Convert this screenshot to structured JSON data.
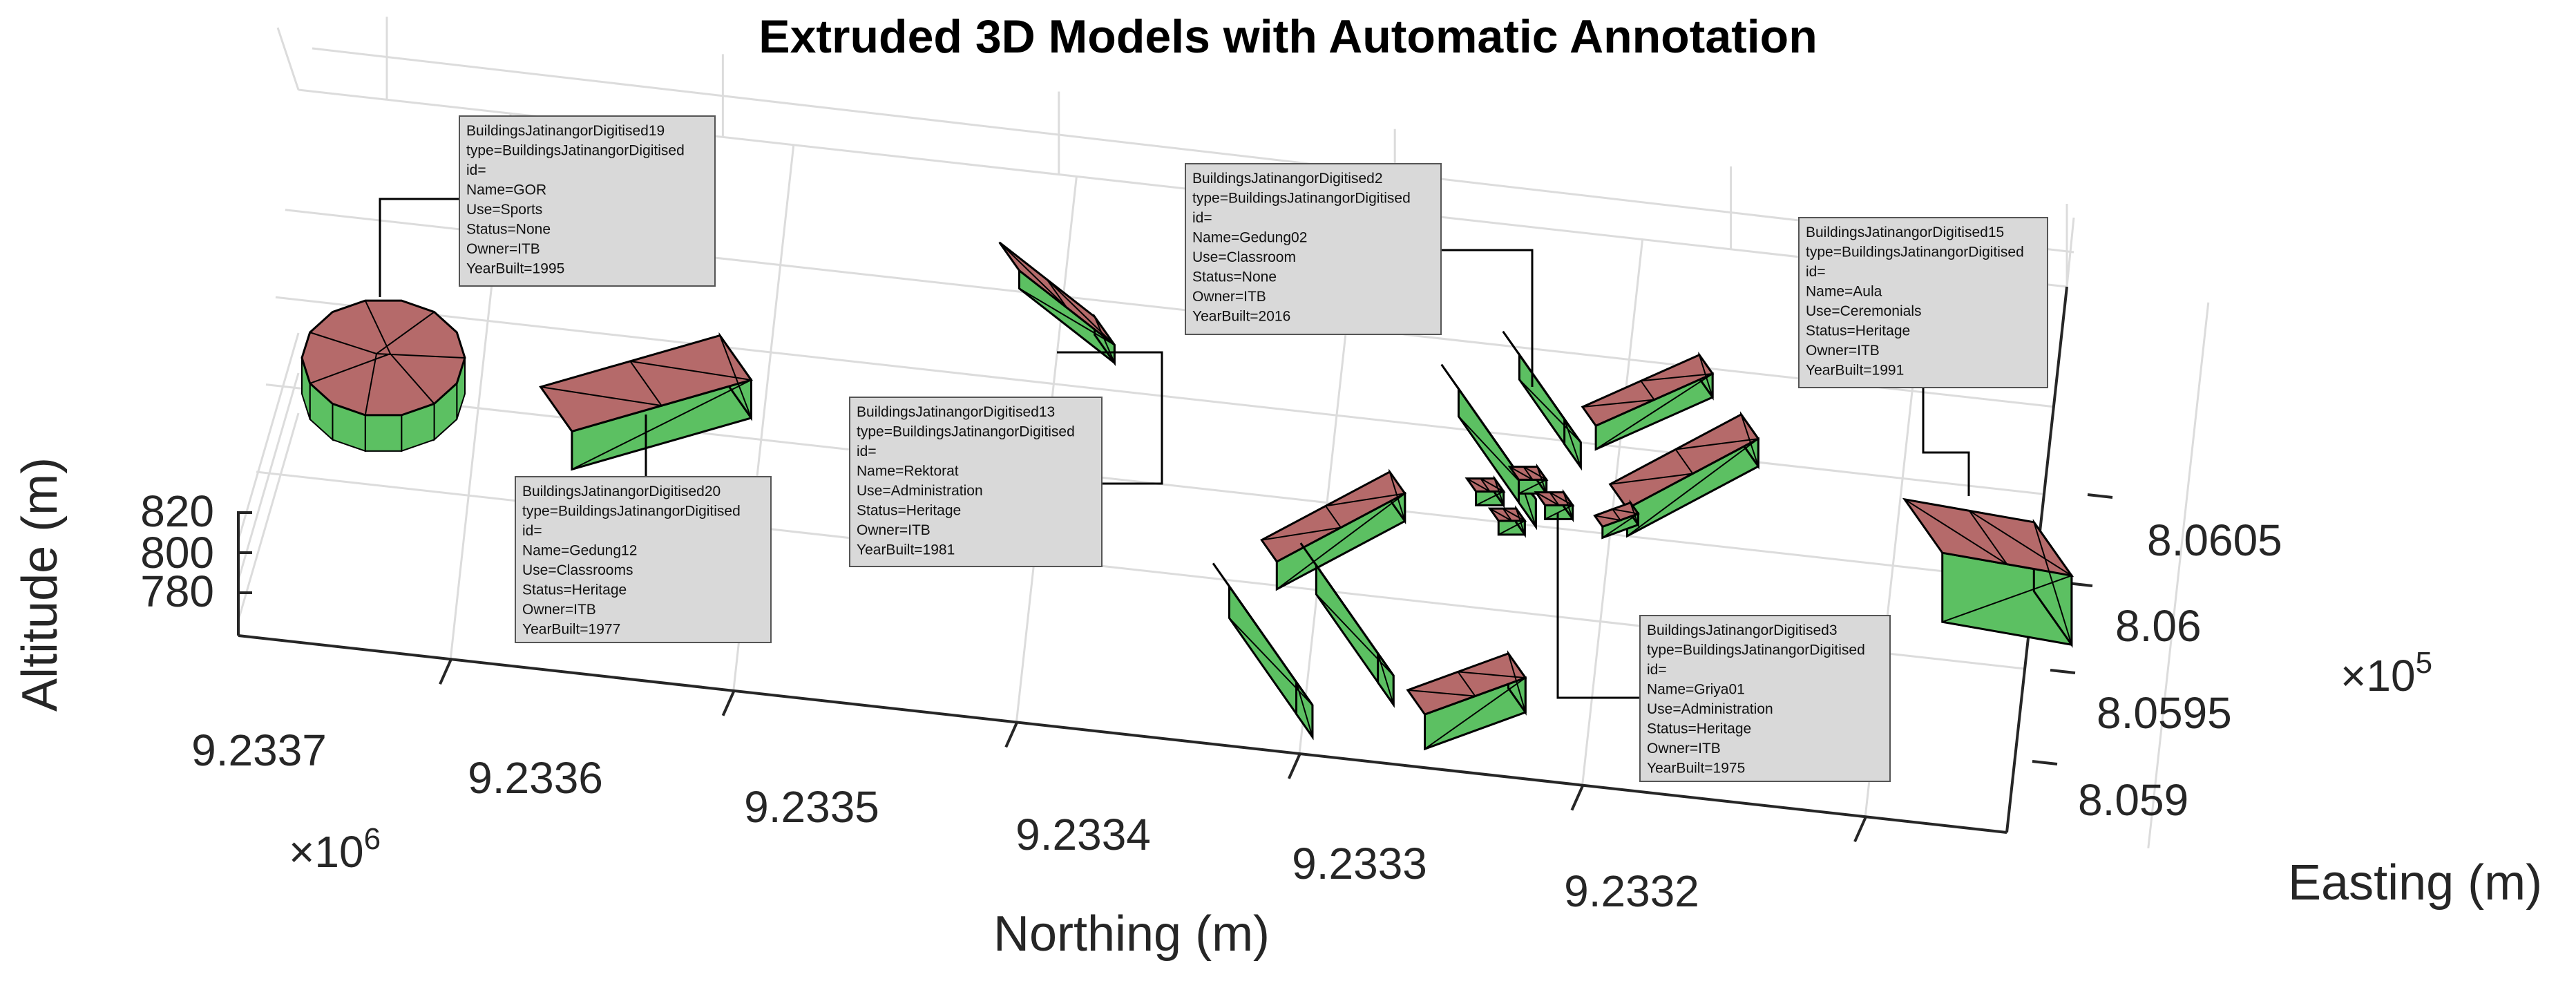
{
  "chart_data": {
    "type": "3d-extruded-polygons",
    "title": "Extruded 3D Models with Automatic Annotation",
    "xlabel": "Northing (m)",
    "ylabel": "Easting (m)",
    "zlabel": "Altitude (m)",
    "x_ticks": [
      "9.2337",
      "9.2336",
      "9.2335",
      "9.2334",
      "9.2333",
      "9.2332"
    ],
    "x_exponent_base": "×10",
    "x_exponent_power": "6",
    "y_ticks": [
      "8.059",
      "8.0595",
      "8.06",
      "8.0605"
    ],
    "y_exponent_base": "×10",
    "y_exponent_power": "5",
    "z_ticks": [
      "780",
      "800",
      "820"
    ],
    "grid": true,
    "colors": {
      "roof": "#b56a6a",
      "wall": "#5cc062",
      "edge": "#000000",
      "grid": "#dcdcdc",
      "annotation_bg": "#d9d9d9"
    },
    "annotations": [
      {
        "lines": [
          "BuildingsJatinangorDigitised19",
          "type=BuildingsJatinangorDigitised",
          "id=",
          "Name=GOR",
          "Use=Sports",
          "Status=None",
          "Owner=ITB",
          "YearBuilt=1995"
        ]
      },
      {
        "lines": [
          "BuildingsJatinangorDigitised20",
          "type=BuildingsJatinangorDigitised",
          "id=",
          "Name=Gedung12",
          "Use=Classrooms",
          "Status=Heritage",
          "Owner=ITB",
          "YearBuilt=1977"
        ]
      },
      {
        "lines": [
          "BuildingsJatinangorDigitised13",
          "type=BuildingsJatinangorDigitised",
          "id=",
          "Name=Rektorat",
          "Use=Administration",
          "Status=Heritage",
          "Owner=ITB",
          "YearBuilt=1981"
        ]
      },
      {
        "lines": [
          "BuildingsJatinangorDigitised2",
          "type=BuildingsJatinangorDigitised",
          "id=",
          "Name=Gedung02",
          "Use=Classroom",
          "Status=None",
          "Owner=ITB",
          "YearBuilt=2016"
        ]
      },
      {
        "lines": [
          "BuildingsJatinangorDigitised15",
          "type=BuildingsJatinangorDigitised",
          "id=",
          "Name=Aula",
          "Use=Ceremonials",
          "Status=Heritage",
          "Owner=ITB",
          "YearBuilt=1991"
        ]
      },
      {
        "lines": [
          "BuildingsJatinangorDigitised3",
          "type=BuildingsJatinangorDigitised",
          "id=",
          "Name=Griya01",
          "Use=Administration",
          "Status=Heritage",
          "Owner=ITB",
          "YearBuilt=1975"
        ]
      }
    ]
  }
}
